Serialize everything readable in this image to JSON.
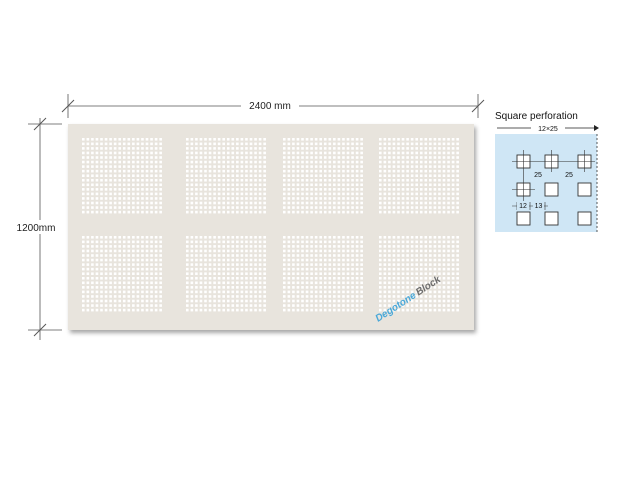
{
  "board": {
    "width_label": "2400 mm",
    "height_label": "1200mm",
    "brand_part1": "Degotone",
    "brand_part2": "Block",
    "colors": {
      "board": "#e8e4dd",
      "hole": "#ffffff",
      "brand_blue": "#4aa8d8",
      "brand_grey": "#6d6d6d"
    }
  },
  "detail": {
    "title": "Square perforation",
    "pitch_label": "12×25",
    "spacing_label_1": "25",
    "spacing_label_2": "25",
    "hole_label": "12",
    "gap_label": "13",
    "colors": {
      "background": "#cfe6f5"
    }
  }
}
